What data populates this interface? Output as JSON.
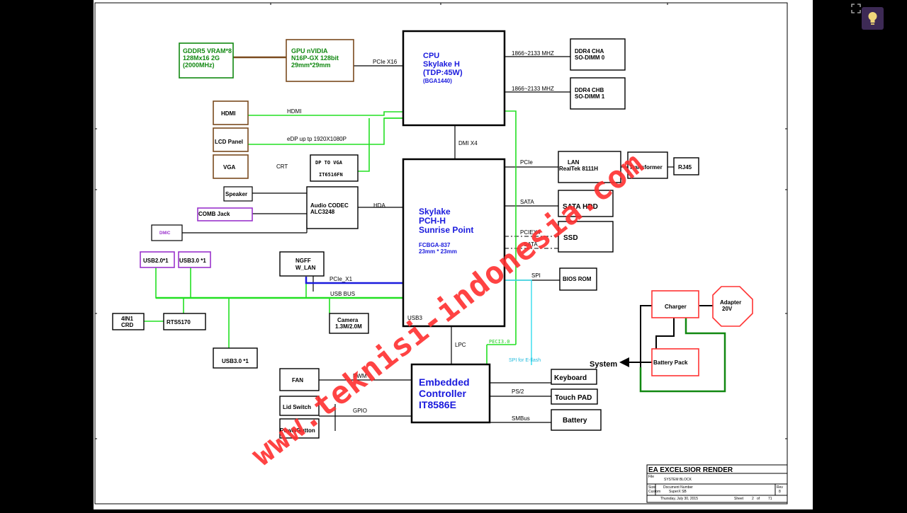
{
  "viewer": {
    "fullscreen_icon": "fullscreen-icon",
    "hint_icon": "lightbulb-icon"
  },
  "colors": {
    "green": "#22e022",
    "brown": "#7a4a1e",
    "purple": "#9a33cc",
    "blue": "#1a1add",
    "cyan": "#33ddee",
    "red": "#ff3333",
    "watermark": "#ff2f2f",
    "dark_green": "#118811"
  },
  "blocks": {
    "gddr5": [
      "GDDR5  VRAM*8",
      "128Mx16 2G",
      "(2000MHz)"
    ],
    "gpu": [
      "GPU nVIDIA",
      "N16P-GX 128bit",
      "29mm*29mm"
    ],
    "cpu": [
      "CPU",
      "Skylake H",
      "(TDP:45W)",
      "(BGA1440)"
    ],
    "ddr4_a": [
      "DDR4 CHA",
      "SO-DIMM 0"
    ],
    "ddr4_b": [
      "DDR4 CHB",
      "SO-DIMM 1"
    ],
    "hdmi": "HDMI",
    "lcd": "LCD Panel",
    "vga": "VGA",
    "dp2vga": [
      "DP TO VGA",
      "IT6516FN"
    ],
    "speaker": "Speaker",
    "audio": [
      "Audio CODEC",
      "ALC3248"
    ],
    "comb": "COMB Jack",
    "dmic": "DMIC",
    "pch": [
      "Skylake",
      "PCH-H",
      "Sunrise Point",
      "FCBGA-837",
      "23mm * 23mm"
    ],
    "usb3pch": "USB3",
    "lan": [
      "LAN",
      "RealTek  8111H"
    ],
    "transformer": "Transformer",
    "rj45": "RJ45",
    "sata_hdd": "SATA  HDD",
    "ssd": "SSD",
    "bios": "BIOS ROM",
    "usb2": "USB2.0*1",
    "usb3a": "USB3.0 *1",
    "ngff": [
      "NGFF",
      "W_LAN"
    ],
    "cardreader": [
      "4IN1",
      "CRD"
    ],
    "rts": "RTS5170",
    "camera": [
      "Camera",
      "1.3M/2.0M"
    ],
    "usb3b": "USB3.0 *1",
    "ec": [
      "Embedded",
      "Controller",
      "IT8586E"
    ],
    "fan": "FAN",
    "lid": "Lid Switch",
    "power": "PowerButton",
    "keyboard": "Keyboard",
    "touchpad": "Touch  PAD",
    "battery": "Battery",
    "charger": "Charger",
    "adapter": [
      "Adapter",
      "20V"
    ],
    "battpack": "Battery Pack",
    "system": "System"
  },
  "bus_labels": {
    "pcie16": "PCIe X16",
    "mhz1": "1866~2133 MHZ",
    "mhz2": "1866~2133 MHZ",
    "hdmi": "HDMI",
    "edp": "eDP up tp 1920X1080P",
    "crt": "CRT",
    "dmi": "DMI X4",
    "hda": "HDA",
    "pcie_lan": "PCIe",
    "sata1": "SATA",
    "pciex4": "PCIEX4",
    "sata2": "SATA",
    "spi": "SPI",
    "pcie_x1": "PCIe_X1",
    "usbbus": "USB BUS",
    "lpc": "LPC",
    "peci": "PECI3.0",
    "spiflash": "SPI for E-flash",
    "pwm": "PWM",
    "gpio": "GPIO",
    "ps2": "PS/2",
    "smbus": "SMBus"
  },
  "title_block": {
    "title": "EA EXCELSIOR RENDER",
    "file_label": "File",
    "name": "SYSTEM BLOCK",
    "size_label": "Size",
    "size": "Custom",
    "docnum_label": "Document Number",
    "docnum": "SuperX  SB",
    "rev_label": "Rev",
    "rev": "8",
    "date": "Thursday, July 30, 2015",
    "sheet_label": "Sheet",
    "sheet": "2",
    "of_label": "of",
    "of": "71"
  },
  "watermark": "www.teknisi-indonesia.com"
}
